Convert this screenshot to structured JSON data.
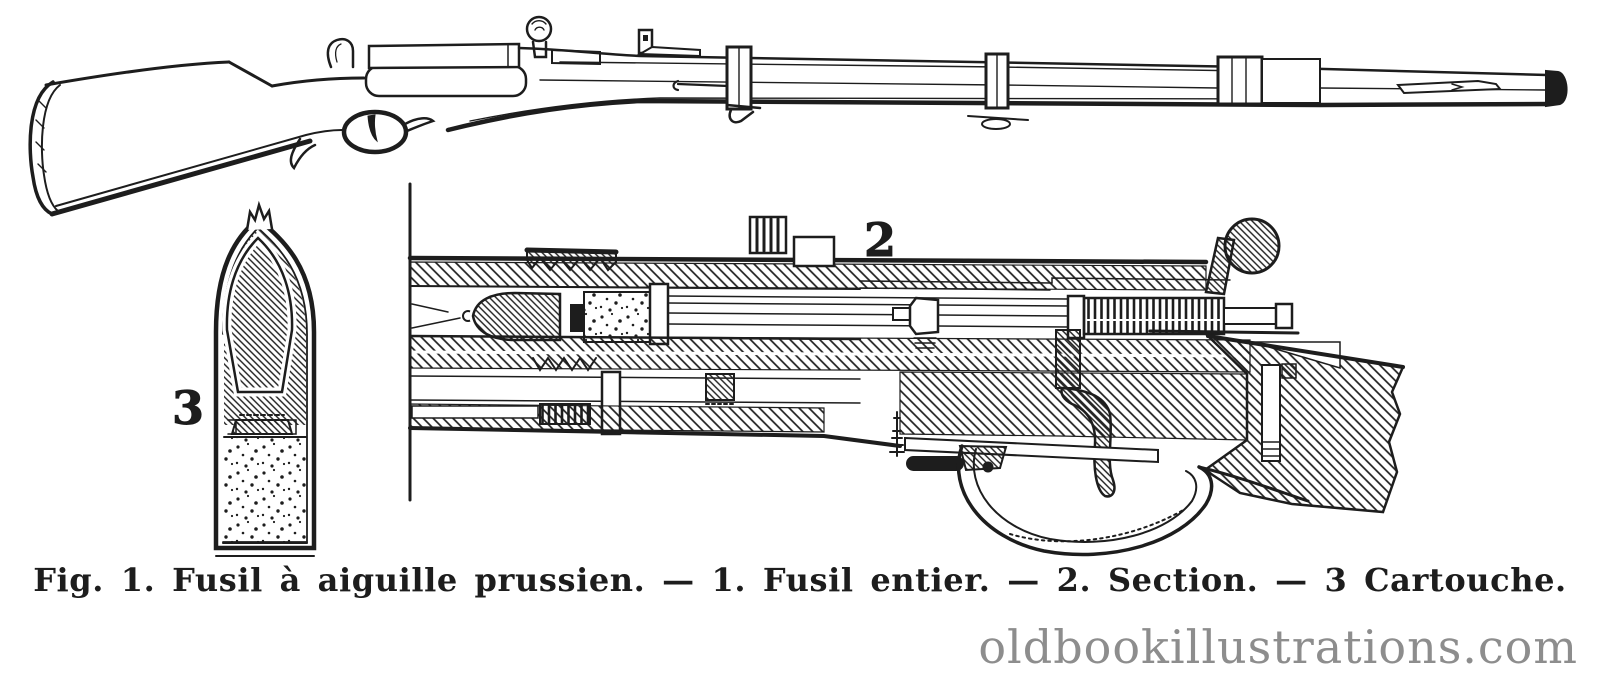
{
  "page": {
    "background": "#ffffff",
    "ink": "#1d1d1d",
    "watermark_color": "#8d8d8d"
  },
  "figure": {
    "caption": "Fig. 1. Fusil à aiguille prussien. — 1. Fusil entier. — 2. Section. — 3 Cartouche.",
    "labels": {
      "section": "2",
      "cartridge": "3"
    }
  },
  "watermark": {
    "text": "oldbookillustrations.com"
  }
}
